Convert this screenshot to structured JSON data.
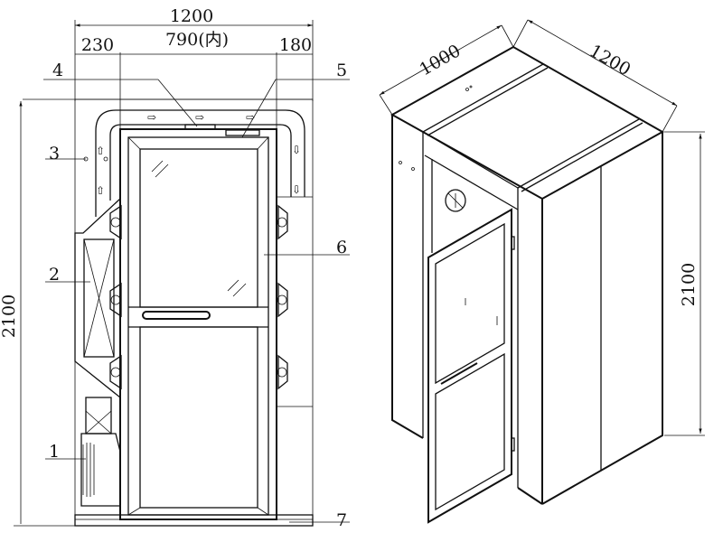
{
  "front_view": {
    "dims": {
      "overall_width": "1200",
      "left_section": "230",
      "inner_width": "790(内)",
      "right_section": "180",
      "height": "2100"
    },
    "callouts": [
      "1",
      "2",
      "3",
      "4",
      "5",
      "6",
      "7"
    ]
  },
  "iso_view": {
    "dims": {
      "depth": "1000",
      "width": "1200",
      "height": "2100"
    }
  }
}
